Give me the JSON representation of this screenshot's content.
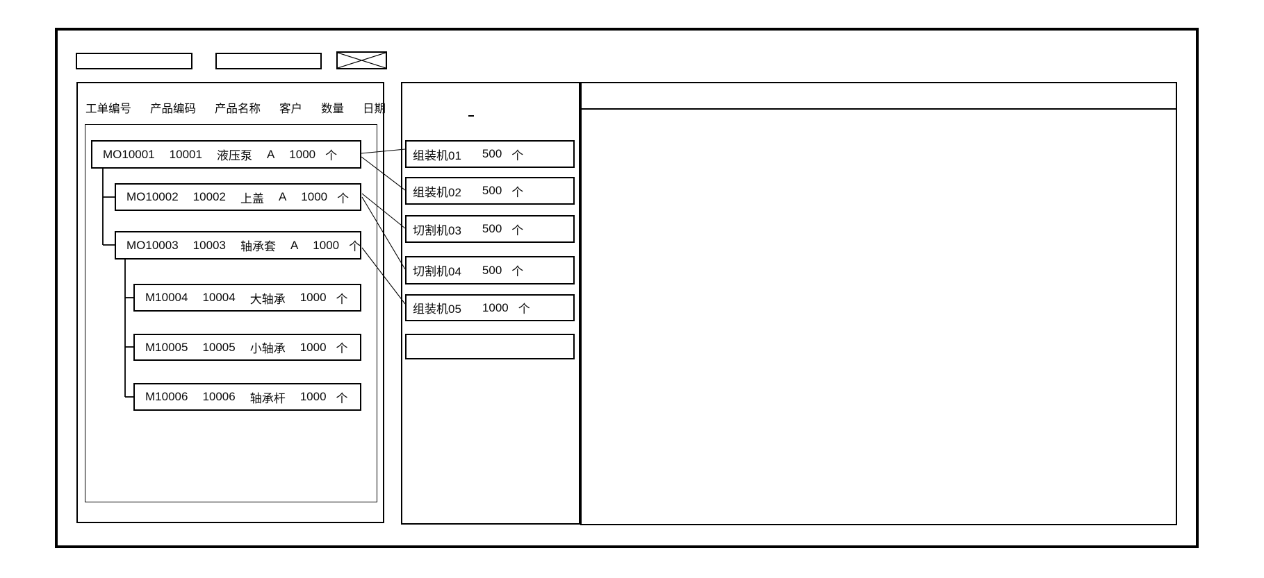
{
  "window": {
    "background": "#ffffff",
    "line_color": "#000000"
  },
  "toolbar": {
    "field1_value": "",
    "field2_value": "",
    "close_box": "x-placeholder"
  },
  "order_list": {
    "columns": [
      "工单编号",
      "产品编码",
      "产品名称",
      "客户",
      "数量",
      "日期"
    ],
    "orders": [
      {
        "id": "MO10001",
        "code": "10001",
        "name": "液压泵",
        "customer": "A",
        "qty": "1000",
        "unit": "个",
        "level": 0
      },
      {
        "id": "MO10002",
        "code": "10002",
        "name": "上盖",
        "customer": "A",
        "qty": "1000",
        "unit": "个",
        "level": 1
      },
      {
        "id": "MO10003",
        "code": "10003",
        "name": "轴承套",
        "customer": "A",
        "qty": "1000",
        "unit": "个",
        "level": 1
      },
      {
        "id": "M10004",
        "code": "10004",
        "name": "大轴承",
        "customer": "",
        "qty": "1000",
        "unit": "个",
        "level": 2
      },
      {
        "id": "M10005",
        "code": "10005",
        "name": "小轴承",
        "customer": "",
        "qty": "1000",
        "unit": "个",
        "level": 2
      },
      {
        "id": "M10006",
        "code": "10006",
        "name": "轴承杆",
        "customer": "",
        "qty": "1000",
        "unit": "个",
        "level": 2
      }
    ]
  },
  "machines": {
    "items": [
      {
        "name": "组装机01",
        "qty": "500",
        "unit": "个"
      },
      {
        "name": "组装机02",
        "qty": "500",
        "unit": "个"
      },
      {
        "name": "切割机03",
        "qty": "500",
        "unit": "个"
      },
      {
        "name": "切割机04",
        "qty": "500",
        "unit": "个"
      },
      {
        "name": "组装机05",
        "qty": "1000",
        "unit": "个"
      },
      {
        "name": "",
        "qty": "",
        "unit": ""
      }
    ]
  },
  "connections": [
    {
      "from": "MO10001",
      "to": "组装机01"
    },
    {
      "from": "MO10001",
      "to": "组装机02"
    },
    {
      "from": "MO10002",
      "to": "切割机03"
    },
    {
      "from": "MO10002",
      "to": "切割机04"
    },
    {
      "from": "MO10003",
      "to": "组装机05"
    }
  ],
  "schedule_panel": {
    "content": ""
  }
}
